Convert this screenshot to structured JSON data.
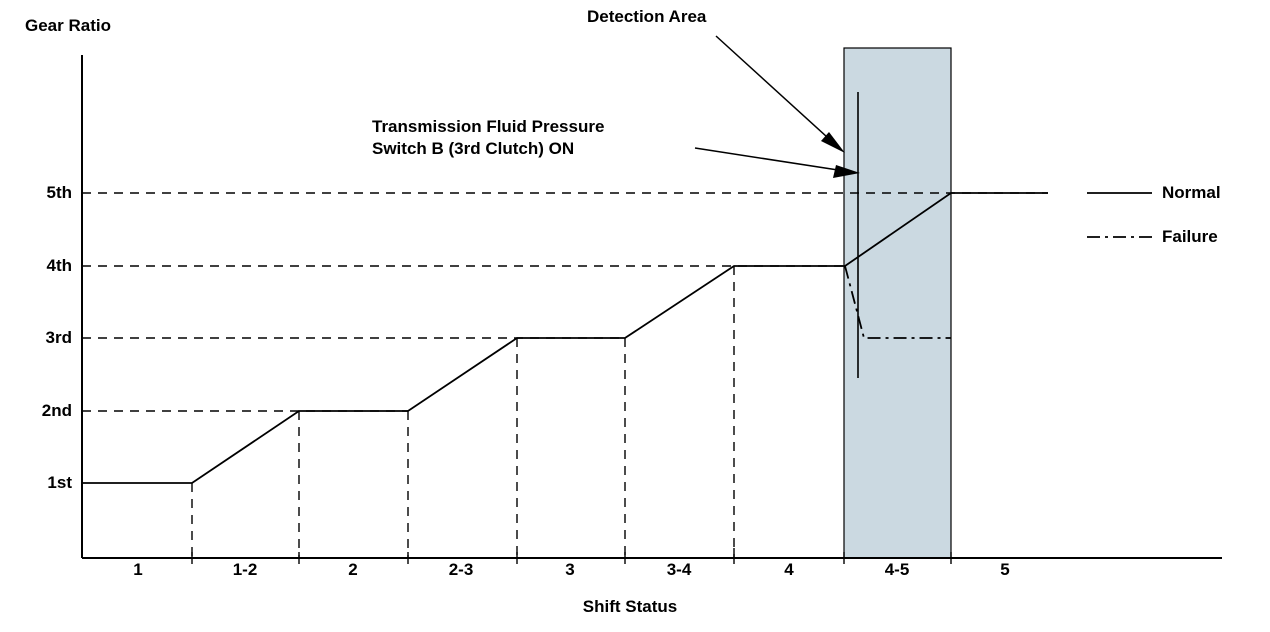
{
  "chart_data": {
    "type": "line",
    "title": "",
    "ylabel": "Gear Ratio",
    "xlabel": "Shift Status",
    "grid": "dashed horizontal gridlines at each gear, dashed vertical lines at each shift boundary",
    "legend_position": "right",
    "y_categories": [
      "1st",
      "2nd",
      "3rd",
      "4th",
      "5th"
    ],
    "x_categories": [
      "1",
      "1-2",
      "2",
      "2-3",
      "3",
      "3-4",
      "4",
      "4-5",
      "5"
    ],
    "series": [
      {
        "name": "Normal",
        "style": "solid",
        "points": [
          {
            "x": "1",
            "y": "1st"
          },
          {
            "x": "1-2 start",
            "y": "1st"
          },
          {
            "x": "2",
            "y": "2nd"
          },
          {
            "x": "2-3 start",
            "y": "2nd"
          },
          {
            "x": "3",
            "y": "3rd"
          },
          {
            "x": "3-4 start",
            "y": "3rd"
          },
          {
            "x": "4",
            "y": "4th"
          },
          {
            "x": "4-5 start",
            "y": "4th"
          },
          {
            "x": "5",
            "y": "5th"
          },
          {
            "x": "5 end",
            "y": "5th"
          }
        ]
      },
      {
        "name": "Failure",
        "style": "dash-dot",
        "points": [
          {
            "x": "4-5 start",
            "y": "4th"
          },
          {
            "x": "4-5 mid",
            "y": "3rd"
          },
          {
            "x": "4-5 end",
            "y": "3rd"
          }
        ]
      }
    ],
    "shaded_region": {
      "label": "Detection Area",
      "x_range": [
        "4-5 start",
        "4-5 end"
      ],
      "color": "#cbd9e1"
    },
    "annotations": [
      {
        "text": "Detection Area",
        "points_to": "shaded detection band"
      },
      {
        "text": "Transmission Fluid Pressure Switch B (3rd Clutch) ON",
        "points_to": "event marker line inside detection area"
      }
    ]
  },
  "axes": {
    "y_title": "Gear Ratio",
    "x_title": "Shift Status",
    "y_ticks": [
      "5th",
      "4th",
      "3rd",
      "2nd",
      "1st"
    ],
    "x_ticks": [
      "1",
      "1-2",
      "2",
      "2-3",
      "3",
      "3-4",
      "4",
      "4-5",
      "5"
    ]
  },
  "annotations": {
    "detection_area": "Detection Area",
    "switch_line1": "Transmission Fluid Pressure",
    "switch_line2": "Switch B (3rd Clutch) ON"
  },
  "legend": {
    "items": [
      {
        "label": "Normal",
        "style": "solid"
      },
      {
        "label": "Failure",
        "style": "dash-dot"
      }
    ]
  },
  "colors": {
    "line": "#000000",
    "detection_fill": "#cbd9e1",
    "detection_border": "#000000",
    "background": "#ffffff"
  }
}
